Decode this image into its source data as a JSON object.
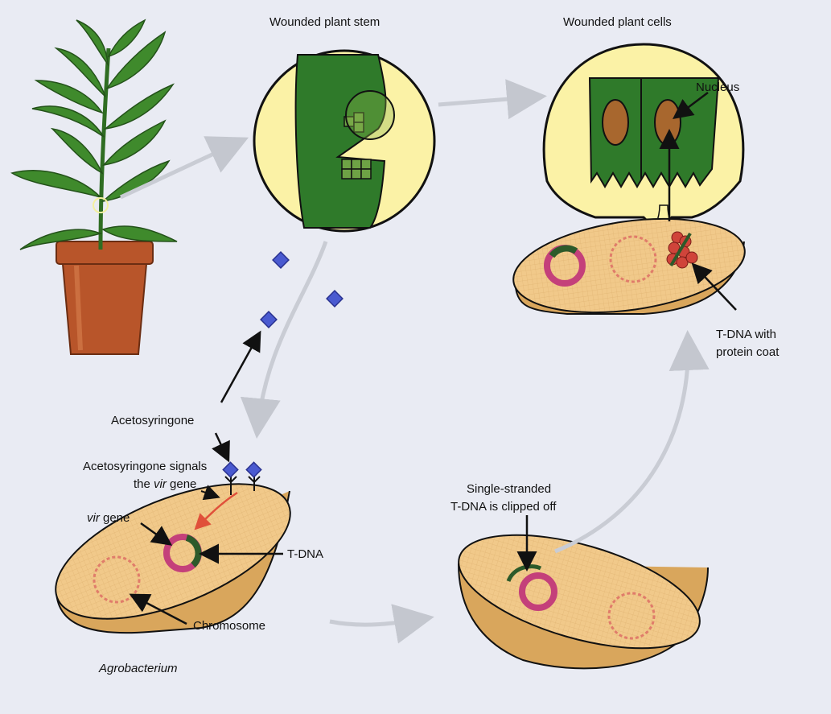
{
  "labels": {
    "wounded_stem": "Wounded plant stem",
    "wounded_cells": "Wounded plant cells",
    "nucleus": "Nucleus",
    "tdna_coat_1": "T-DNA with",
    "tdna_coat_2": "protein coat",
    "acetosyringone": "Acetosyringone",
    "signals_1": "Acetosyringone signals",
    "signals_2_pre": "the ",
    "signals_2_italic": "vir",
    "signals_2_post": " gene",
    "vir_italic": "vir",
    "vir_post": " gene",
    "tdna": "T-DNA",
    "chromosome": "Chromosome",
    "agrobacterium": "Agrobacterium",
    "single_1": "Single-stranded",
    "single_2": "T-DNA is clipped off"
  },
  "colors": {
    "background": "#e9ebf3",
    "leaf": "#3f8a2c",
    "stem_dark": "#2f7a2a",
    "pale_yellow": "#fbf2a6",
    "bacterium": "#f1c98a",
    "bacterium_side": "#d9a65c",
    "chromosome": "#e07c6a",
    "plasmid": "#c4407a",
    "tdna": "#2d5a2a",
    "pot": "#b8552a",
    "acetosyringone": "#4a5ad0",
    "arrow_grey": "#c9ccd4"
  }
}
